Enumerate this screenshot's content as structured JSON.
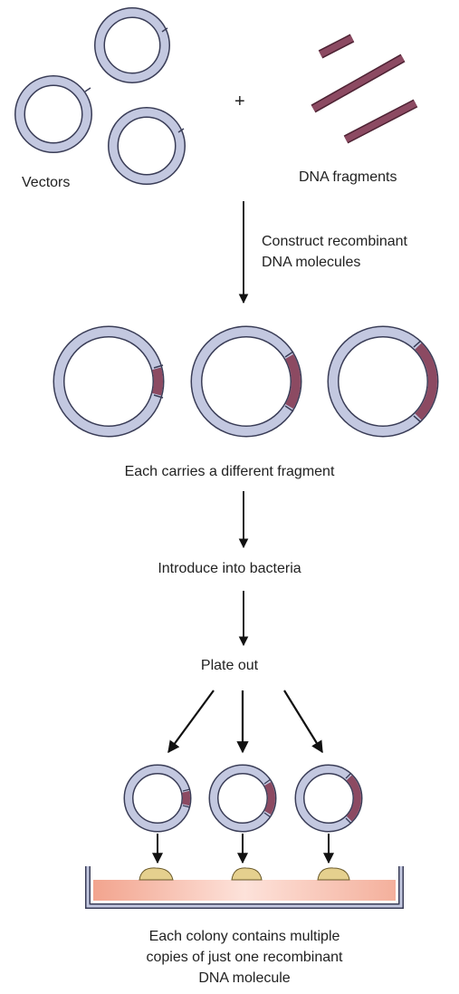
{
  "labels": {
    "vectors": "Vectors",
    "plus": "+",
    "dna_fragments": "DNA fragments",
    "construct_line1": "Construct recombinant",
    "construct_line2": "DNA molecules",
    "each_carries": "Each carries a different fragment",
    "introduce": "Introduce into bacteria",
    "plate_out": "Plate out",
    "colony_line1": "Each colony contains multiple",
    "colony_line2": "copies of just one recombinant",
    "colony_line3": "DNA molecule"
  },
  "colors": {
    "vector_fill": "#c3c8e0",
    "vector_stroke": "#3a3d57",
    "fragment_fill": "#8c4a62",
    "fragment_stroke": "#4d2233",
    "colony_fill": "#e5d08e",
    "dish_gradient": [
      "#f2a48e",
      "#fff2ee"
    ]
  }
}
